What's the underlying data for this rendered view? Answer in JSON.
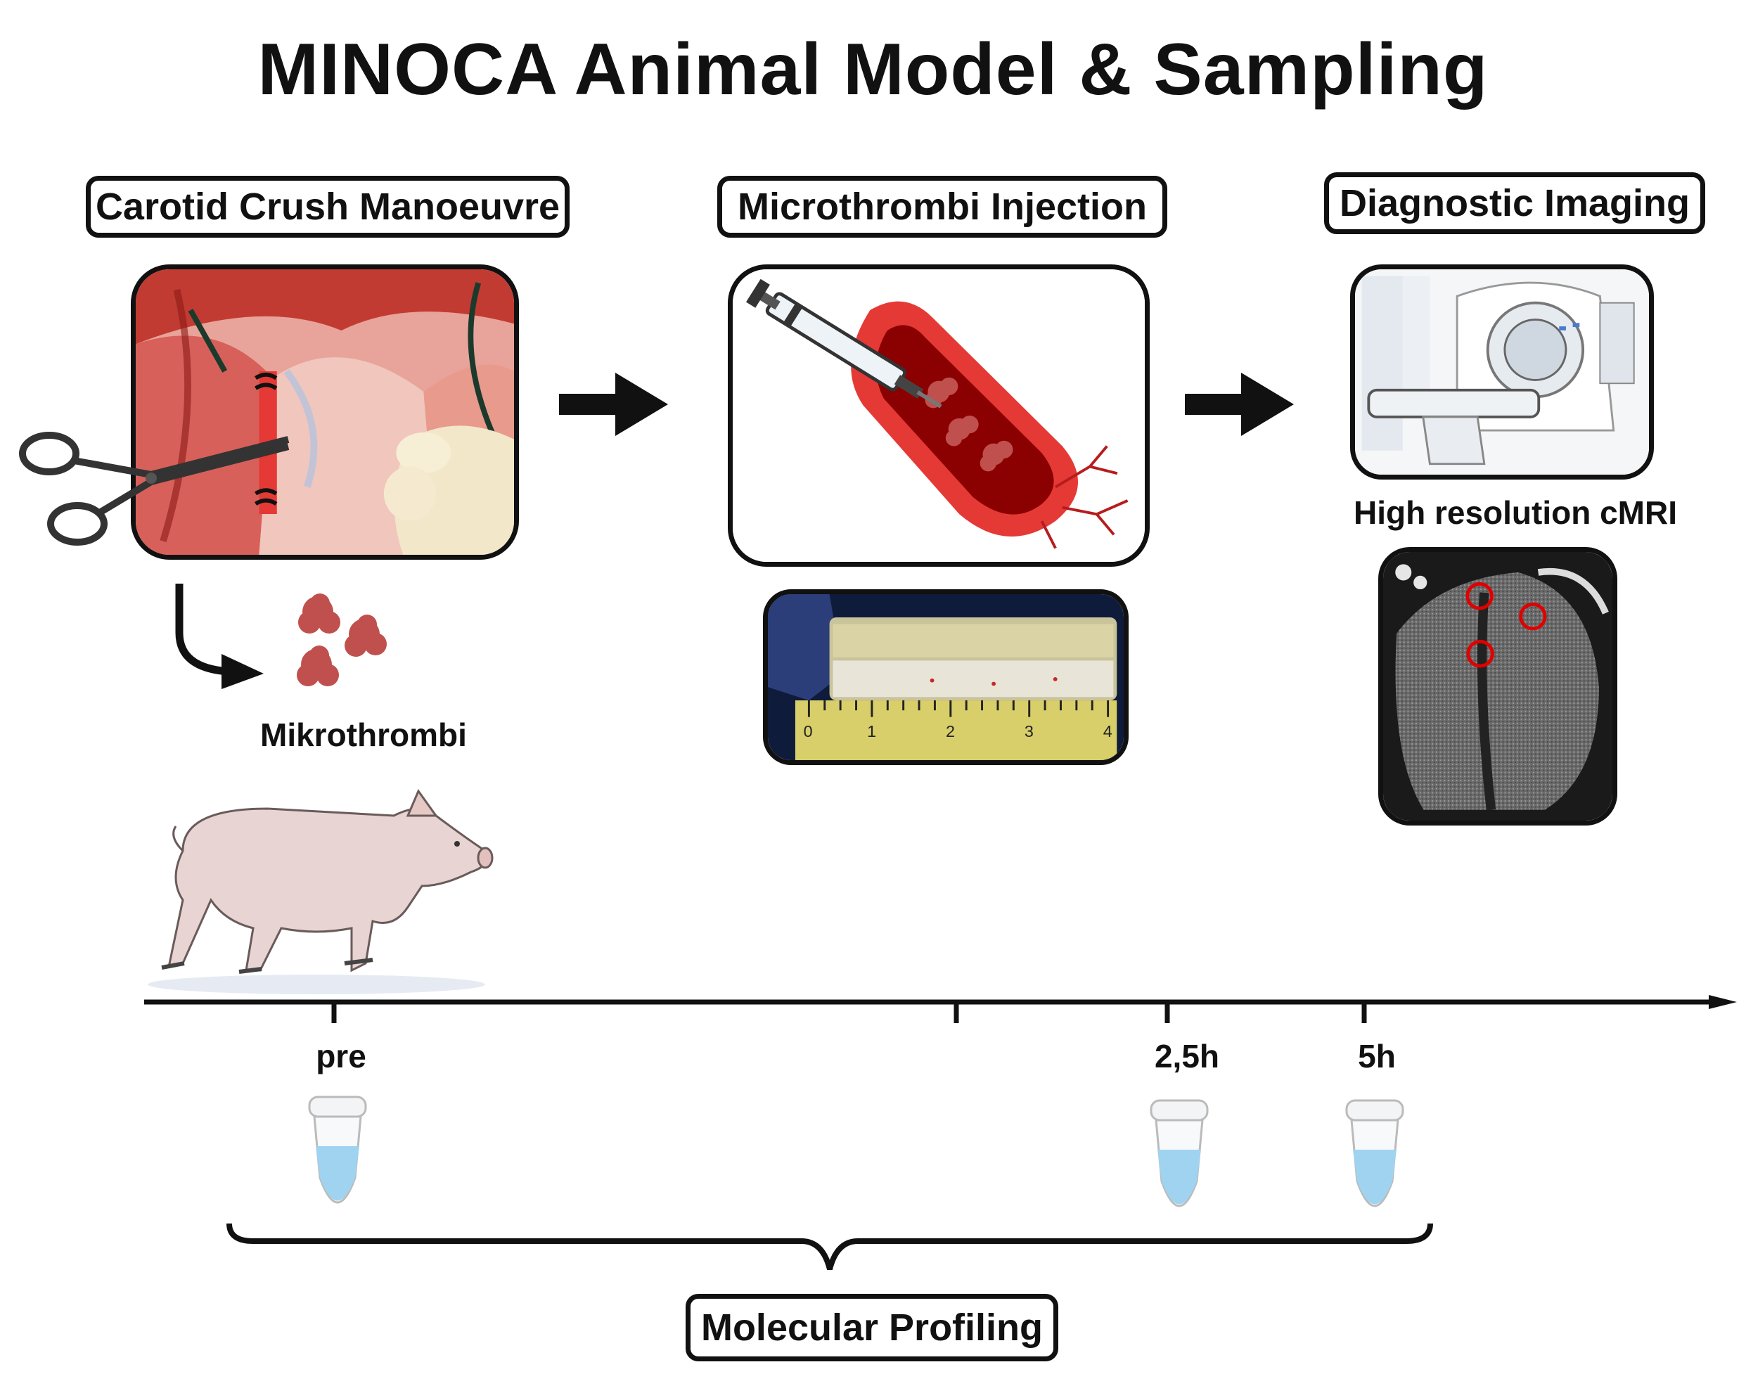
{
  "title": "MINOCA Animal Model & Sampling",
  "steps": [
    {
      "label": "Carotid Crush Manoeuvre"
    },
    {
      "label": "Microthrombi Injection"
    },
    {
      "label": "Diagnostic Imaging"
    }
  ],
  "mikrothrombi_label": "Mikrothrombi",
  "imaging_caption": "High resolution cMRI",
  "ruler_digits": [
    "0",
    "1",
    "2",
    "3",
    "4"
  ],
  "timeline": {
    "ticks": [
      {
        "label": "pre"
      },
      {
        "label": ""
      },
      {
        "label": "2,5h"
      },
      {
        "label": "5h"
      }
    ]
  },
  "profiling_label": "Molecular Profiling",
  "colors": {
    "tissue_red": "#c0392b",
    "vessel_red": "#e53935",
    "vessel_dark": "#8b0000",
    "thrombus": "#c0504d",
    "tube_liquid": "#9fd3f0",
    "marker_red": "#e00000"
  }
}
